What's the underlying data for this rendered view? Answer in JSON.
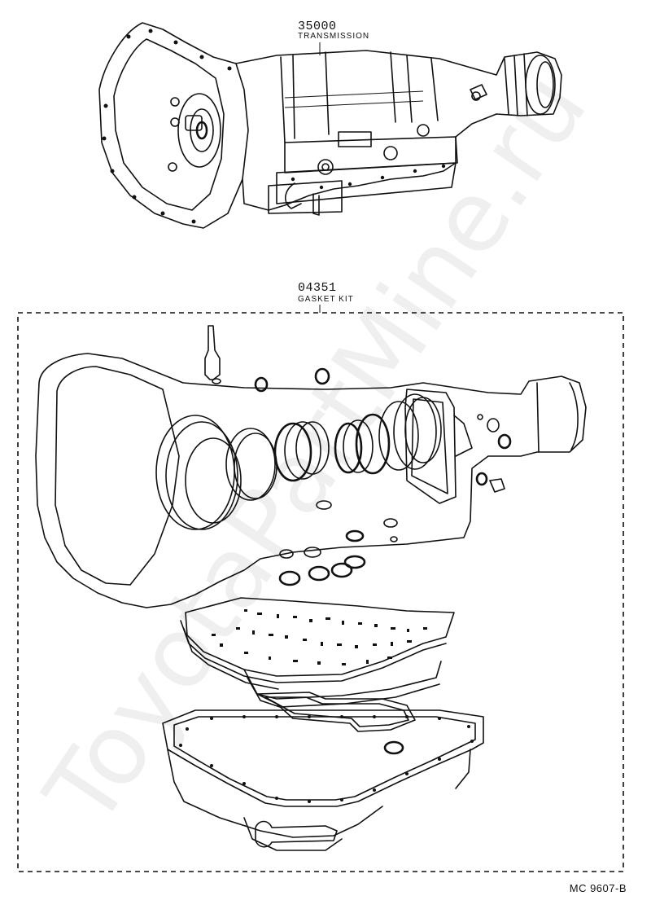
{
  "parts": [
    {
      "number": "35000",
      "name": "TRANSMISSION"
    },
    {
      "number": "04351",
      "name": "GASKET KIT"
    }
  ],
  "figure_code": "MC 9607-B",
  "watermark": "ToyotaPartMine.ru"
}
